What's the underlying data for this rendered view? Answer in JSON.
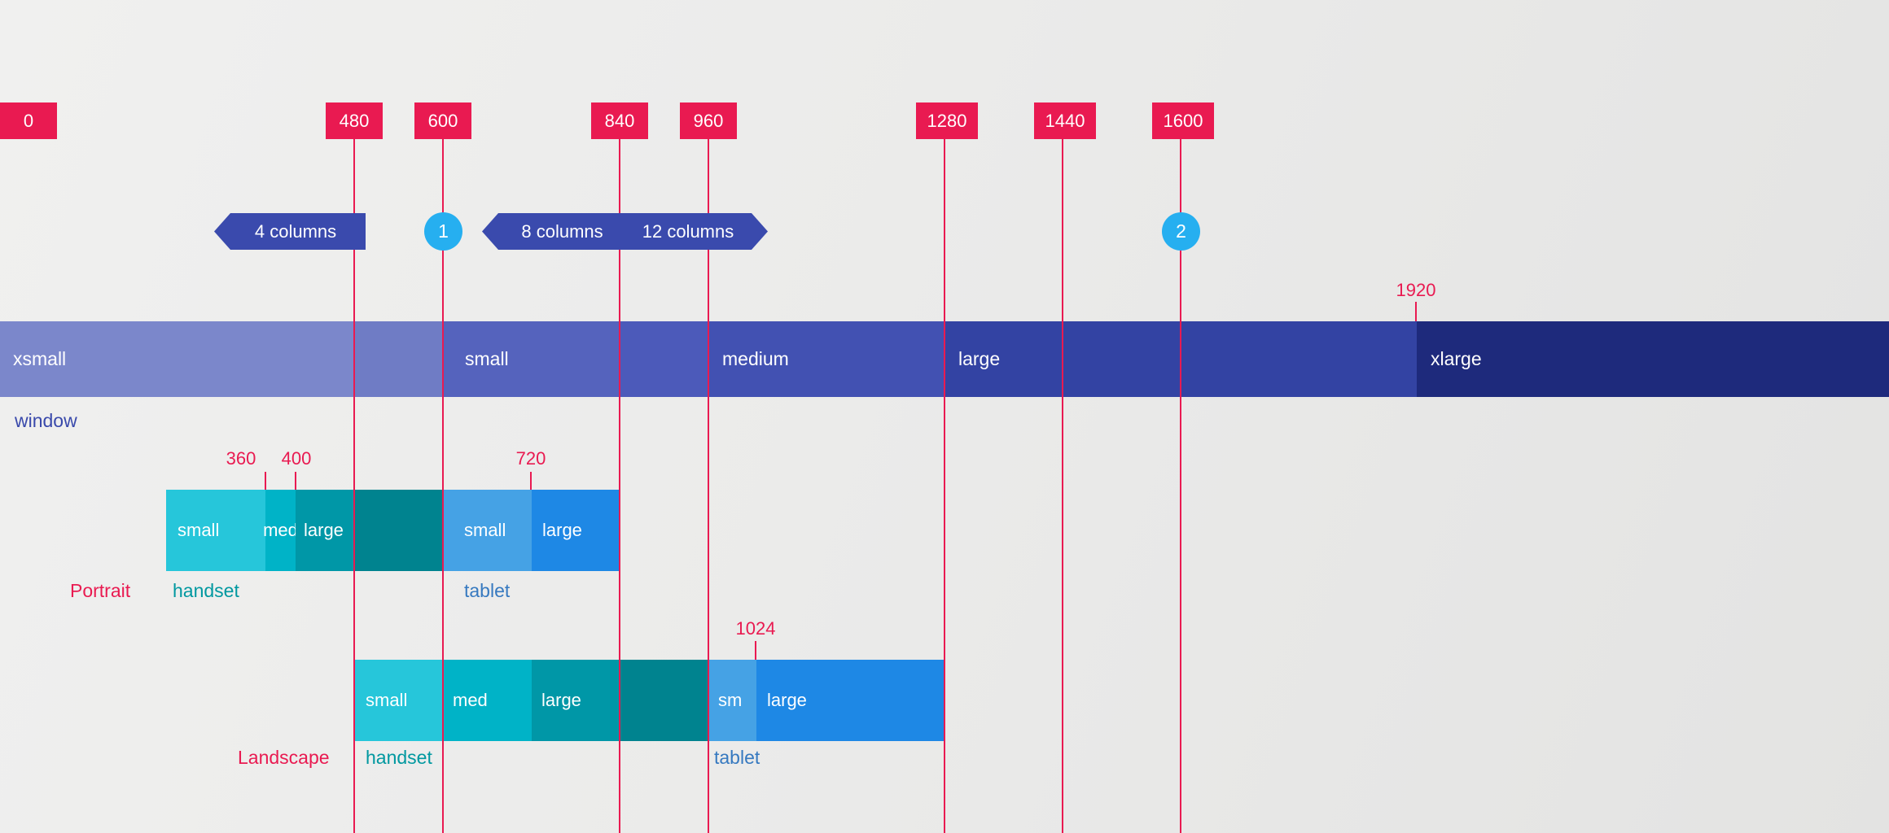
{
  "colors": {
    "background": "#ebebea",
    "accent_pink": "#e91a51",
    "chip_indigo": "#3a4aad",
    "circle_blue": "#26aff0",
    "window_segments": {
      "xsmall": "#7b87cb",
      "xsmall_alt": "#6f7cc5",
      "small": "#5563bd",
      "small_alt": "#4c5aba",
      "medium": "#4251b2",
      "large": "#3343a3",
      "xlarge": "#1e2a7c"
    },
    "handset_segments": {
      "small": "#26c6da",
      "med": "#00b3c7",
      "large": "#0097a7",
      "extension": "#00838f"
    },
    "tablet_segments": {
      "small": "#45a2e5",
      "large": "#1e88e5"
    },
    "caption_colors": {
      "window": "#3949ab",
      "handset": "#0098a0",
      "tablet": "#3679c0"
    }
  },
  "breakpoints": [
    "0",
    "480",
    "600",
    "840",
    "960",
    "1280",
    "1440",
    "1600"
  ],
  "grid": {
    "col4": "4 columns",
    "col8": "8 columns",
    "col12": "12 columns",
    "marker1": "1",
    "marker2": "2"
  },
  "window": {
    "caption": "window",
    "annotation_1920": "1920",
    "segments": {
      "xsmall": "xsmall",
      "small": "small",
      "medium": "medium",
      "large": "large",
      "xlarge": "xlarge"
    }
  },
  "portrait": {
    "caption": "Portrait",
    "handset_caption": "handset",
    "tablet_caption": "tablet",
    "handset": {
      "small": "small",
      "med": "med",
      "large": "large"
    },
    "tablet": {
      "small": "small",
      "large": "large"
    },
    "annotations": {
      "a360": "360",
      "a400": "400",
      "a720": "720"
    }
  },
  "landscape": {
    "caption": "Landscape",
    "handset_caption": "handset",
    "tablet_caption": "tablet",
    "handset": {
      "small": "small",
      "med": "med",
      "large": "large"
    },
    "tablet": {
      "sm": "sm",
      "large": "large"
    },
    "annotations": {
      "a1024": "1024"
    }
  }
}
